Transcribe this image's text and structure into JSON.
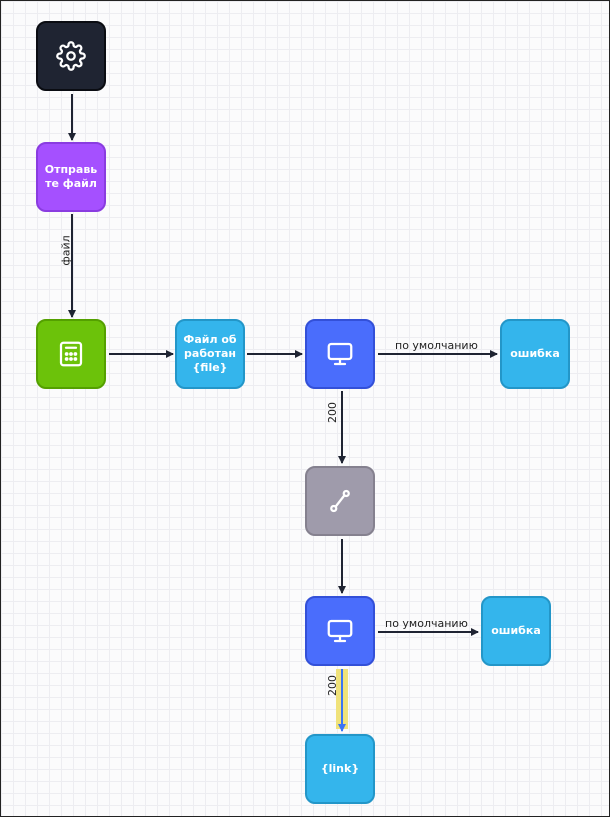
{
  "nodes": {
    "start": {
      "icon": "gear-icon"
    },
    "send_file": {
      "label": "Отправьте файл"
    },
    "calc": {
      "icon": "calculator-icon"
    },
    "file_processed": {
      "label": "Файл обработан {file}"
    },
    "request_1": {
      "icon": "monitor-icon"
    },
    "error_1": {
      "label": "ошибка"
    },
    "branch": {
      "icon": "route-icon"
    },
    "request_2": {
      "icon": "monitor-icon"
    },
    "error_2": {
      "label": "ошибка"
    },
    "link": {
      "label": "{link}"
    }
  },
  "edges": {
    "file_label": "файл",
    "default_label_1": "по умолчанию",
    "code_200_label_1": "200",
    "default_label_2": "по умолчанию",
    "code_200_label_2": "200"
  },
  "colors": {
    "dark": "#1f2432",
    "purple": "#a550ff",
    "green": "#6cc20a",
    "light_blue": "#34b5ec",
    "royal_blue": "#4a6dfc",
    "gray": "#9f9bab",
    "edge": "#1f2432",
    "highlight": "#f0e27a",
    "highlight_arrow": "#3b74f5"
  }
}
